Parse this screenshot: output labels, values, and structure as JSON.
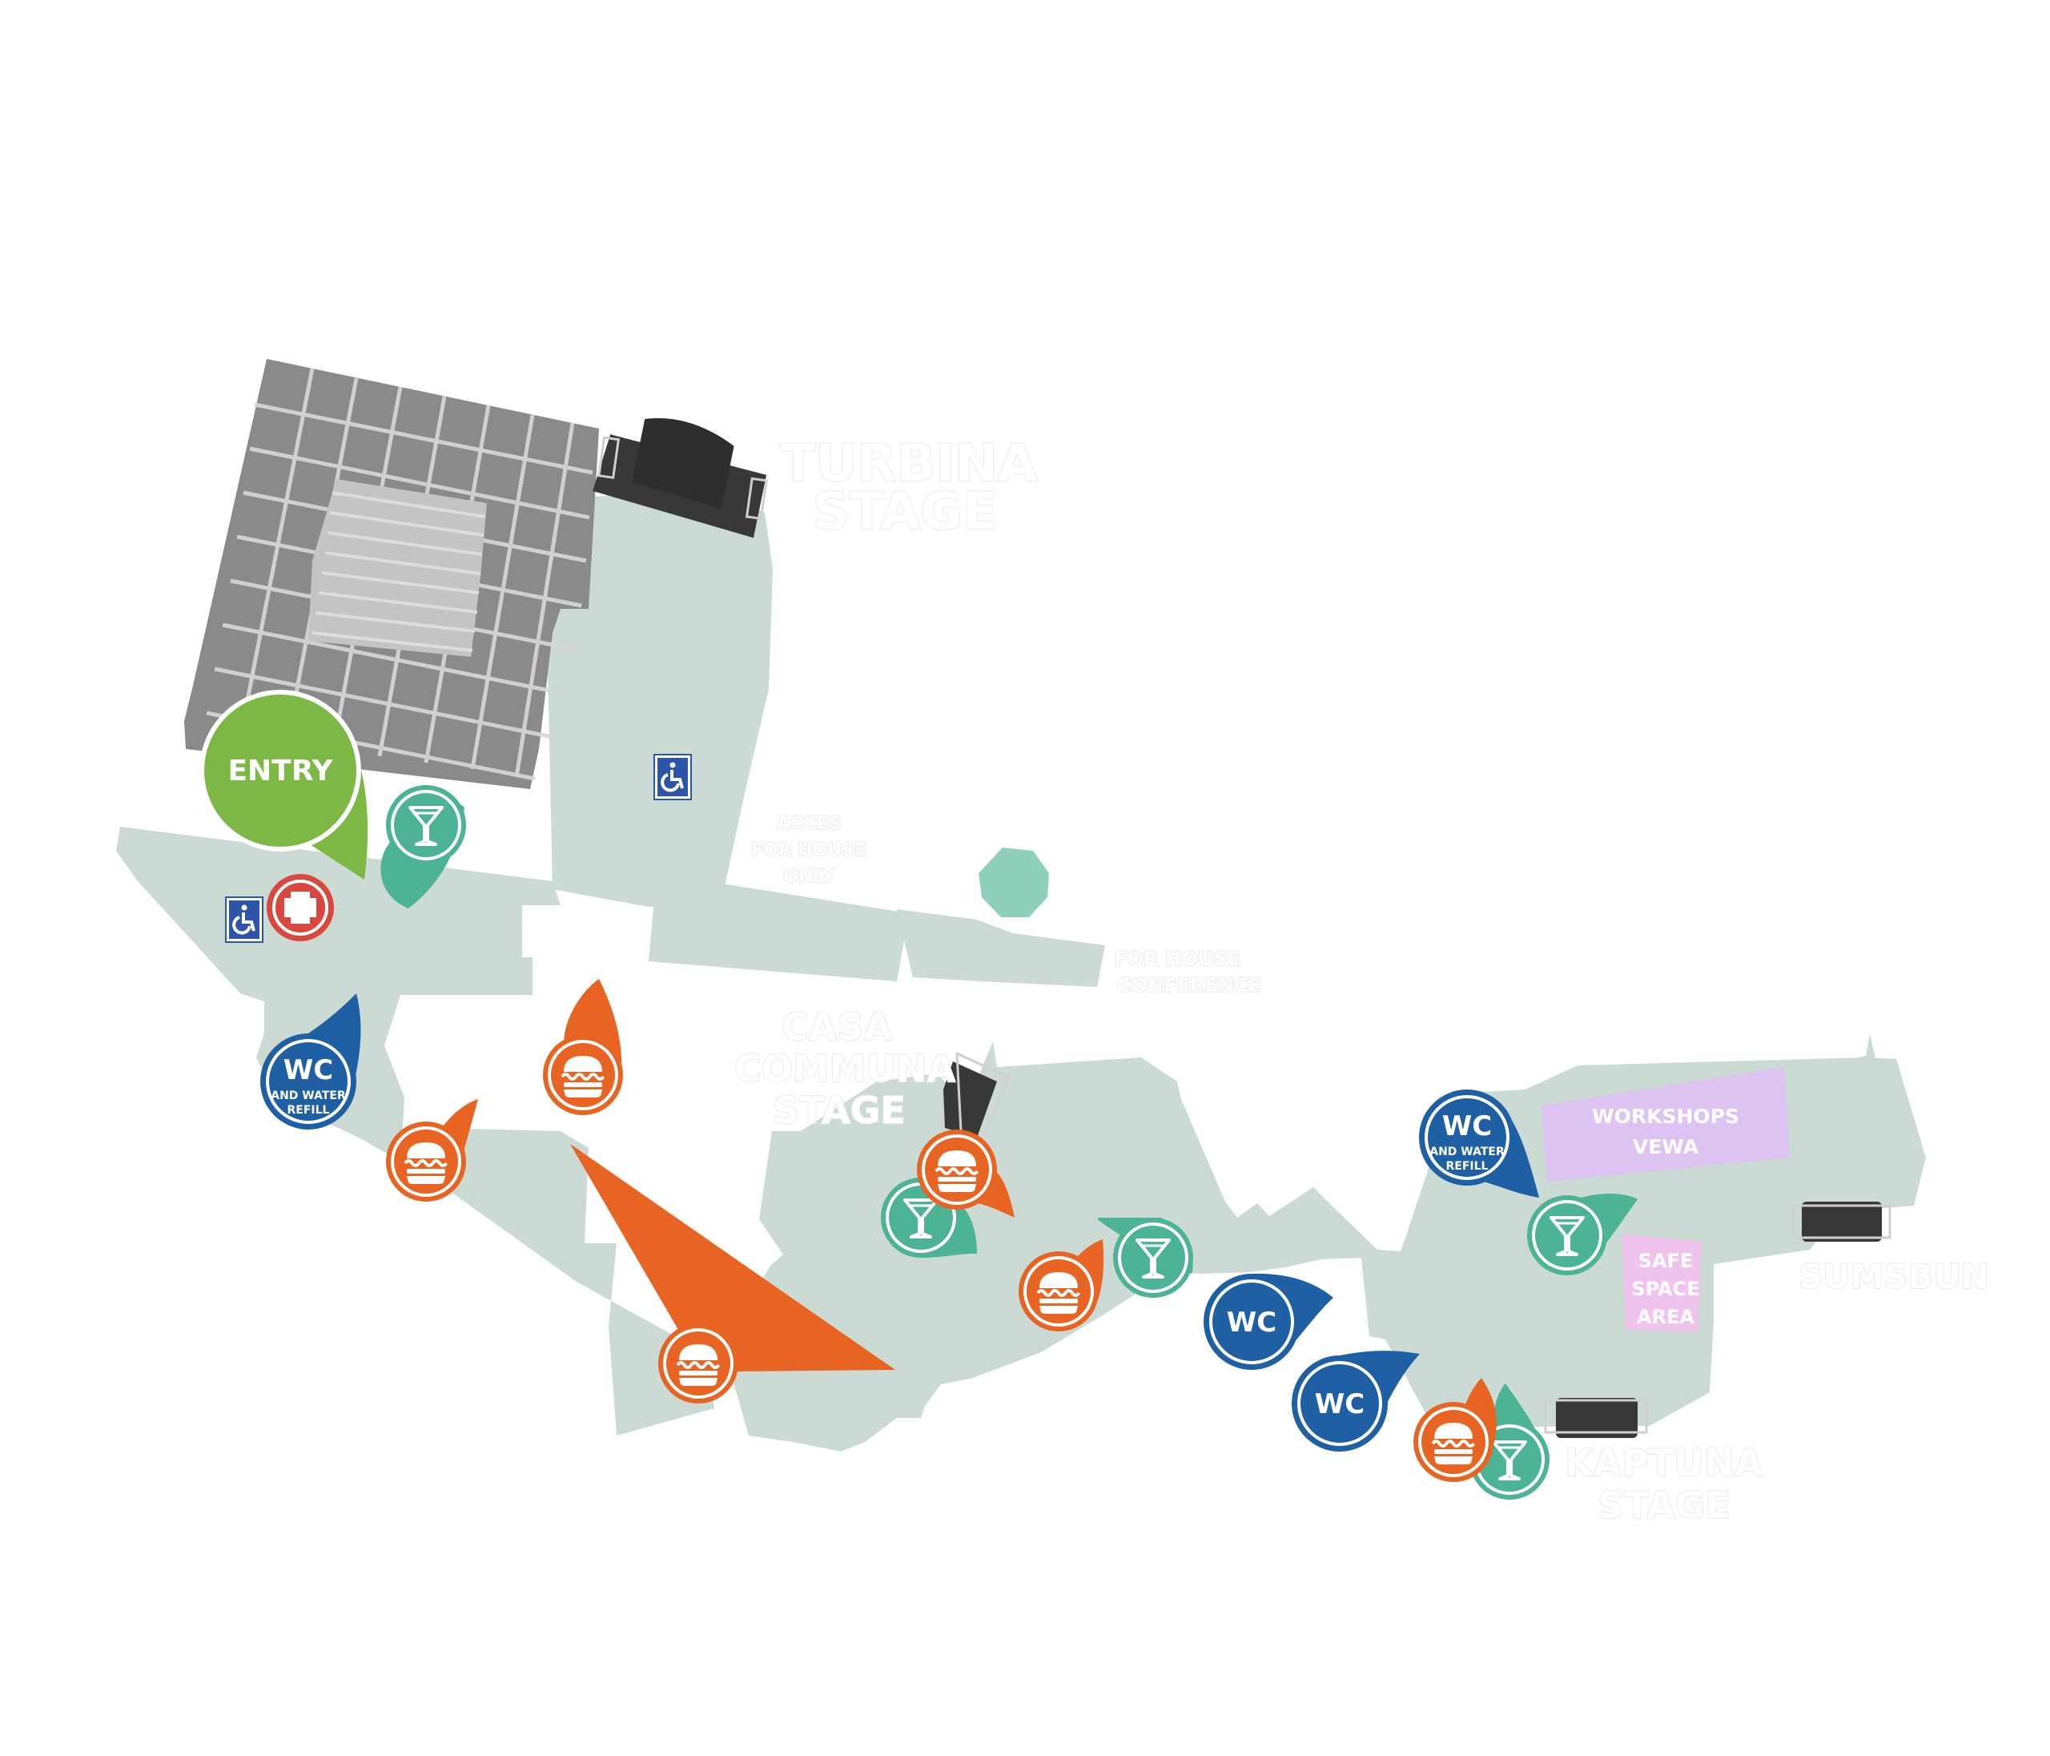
{
  "colors": {
    "path": "#cbdad3",
    "building": "#8a8a8a",
    "building_grid": "#d8d8d8",
    "stairs": "#c4c4c4",
    "stage": "#383936",
    "entry": "#7cb843",
    "bar": "#4cb394",
    "wc": "#1f5fa4",
    "food": "#e86423",
    "first_aid": "#d9473f",
    "accessible": "#2c55a8",
    "workshops": "#dcc3f2",
    "safe_space": "#f0c3ee",
    "pool": "#8fd0bb"
  },
  "labels": {
    "entry": "ENTRY",
    "wc": "WC",
    "wc_refill_line1": "AND WATER",
    "wc_refill_line2": "REFILL",
    "workshops_line1": "WORKSHOPS",
    "workshops_line2": "VEWA",
    "safe_line1": "SAFE",
    "safe_line2": "SPACE",
    "safe_line3": "AREA",
    "turbina_line1": "TURBINA",
    "turbina_line2": "STAGE",
    "casa_line1": "CASA",
    "casa_line2": "COMMUNA",
    "casa_line3": "STAGE",
    "kaptuna_line1": "KAPTUNA",
    "kaptuna_line2": "STAGE",
    "sumsbun": "SUMSBUN",
    "access_line1": "ACCES",
    "access_line2": "FOR HOUSE",
    "access_line3": "ONLY",
    "conference_line1": "FOR HOUSE",
    "conference_line2": "CONFERENCE"
  },
  "icons": {
    "bar": "cocktail-icon",
    "food": "burger-icon",
    "first_aid": "first-aid-icon",
    "accessible": "wheelchair-icon"
  }
}
